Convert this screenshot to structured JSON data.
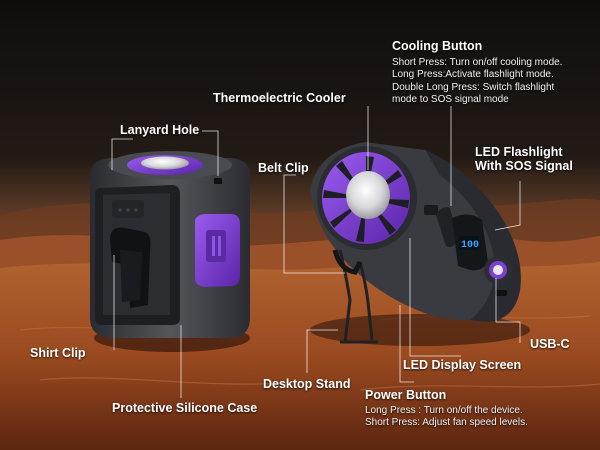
{
  "labels": {
    "cooling_button": "Cooling Button",
    "thermoelectric_cooler": "Thermoelectric Cooler",
    "lanyard_hole": "Lanyard Hole",
    "belt_clip": "Belt Clip",
    "led_flashlight_line1": "LED Flashlight",
    "led_flashlight_line2": "With SOS Signal",
    "usb_c": "USB-C",
    "led_display_screen": "LED Display Screen",
    "shirt_clip": "Shirt Clip",
    "desktop_stand": "Desktop Stand",
    "power_button": "Power Button",
    "protective_case": "Protective Silicone Case"
  },
  "descriptions": {
    "cooling_button": [
      "Short Press: Turn on/off cooling mode.",
      "Long Press:Activate flashlight mode.",
      "Double Long Press: Switch flashlight",
      "mode to SOS signal mode"
    ],
    "power_button": [
      "Long Press : Turn on/off the device.",
      "Short Press: Adjust fan speed levels."
    ]
  },
  "display": {
    "readout": "100"
  },
  "colors": {
    "accent_purple": "#7b3fd4",
    "body_gray": "#3a3b40",
    "sky_top": "#141110",
    "sand_orange": "#b55a2a",
    "display_blue": "#3fa6ff"
  }
}
